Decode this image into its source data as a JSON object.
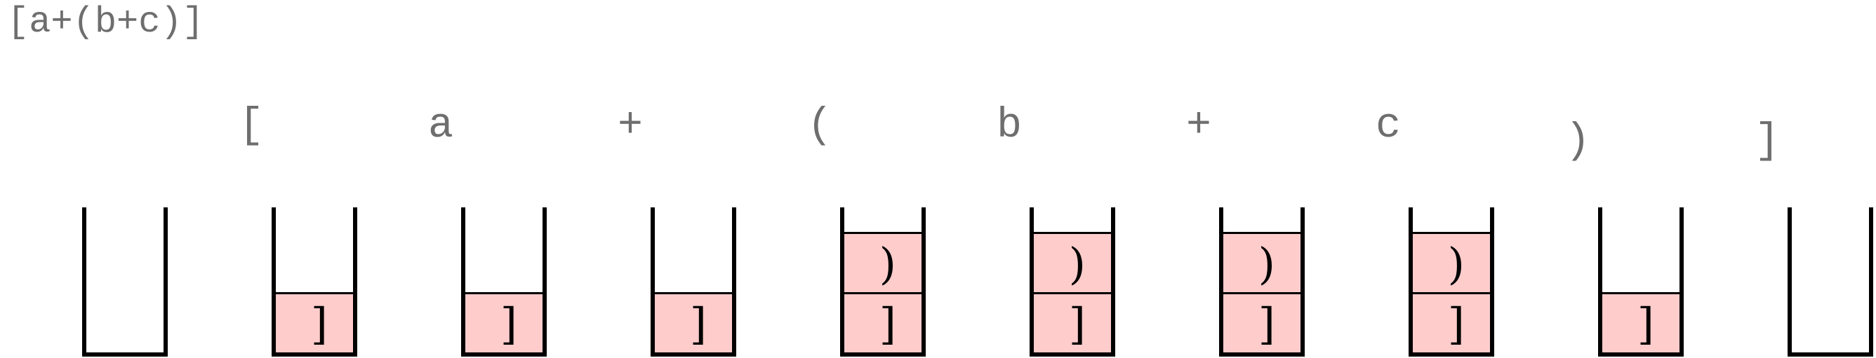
{
  "expression": "[a+(b+c)]",
  "tokens": [
    "[",
    "a",
    "+",
    "(",
    "b",
    "+",
    "c",
    ")",
    "]"
  ],
  "stacks": [
    [],
    [
      "]"
    ],
    [
      "]"
    ],
    [
      "]"
    ],
    [
      "]",
      ")"
    ],
    [
      "]",
      ")"
    ],
    [
      "]",
      ")"
    ],
    [
      "]",
      ")"
    ],
    [
      "]"
    ],
    []
  ]
}
